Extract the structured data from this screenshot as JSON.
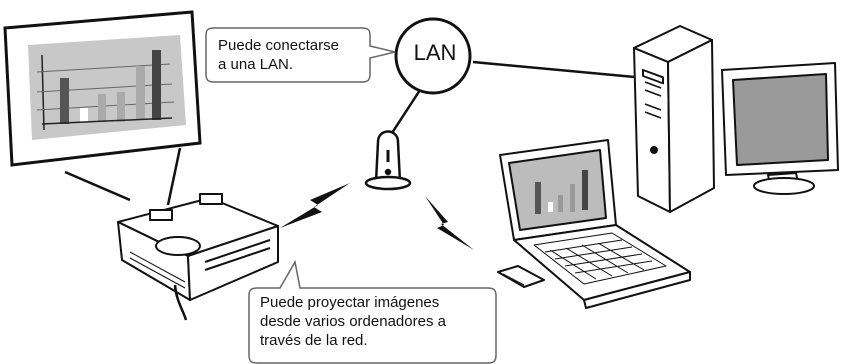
{
  "lan_label": "LAN",
  "callout_top": {
    "line1": "Puede conectarse",
    "line2": "a una LAN."
  },
  "callout_bottom": {
    "line1": "Puede proyectar imágenes",
    "line2": "desde varios ordenadores a",
    "line3": "través de la red."
  },
  "colors": {
    "screen_gray": "#c8c8c8",
    "chart_dark": "#555555",
    "chart_light": "#aaaaaa",
    "monitor_screen": "#9a9a9a",
    "outline": "#111111"
  }
}
